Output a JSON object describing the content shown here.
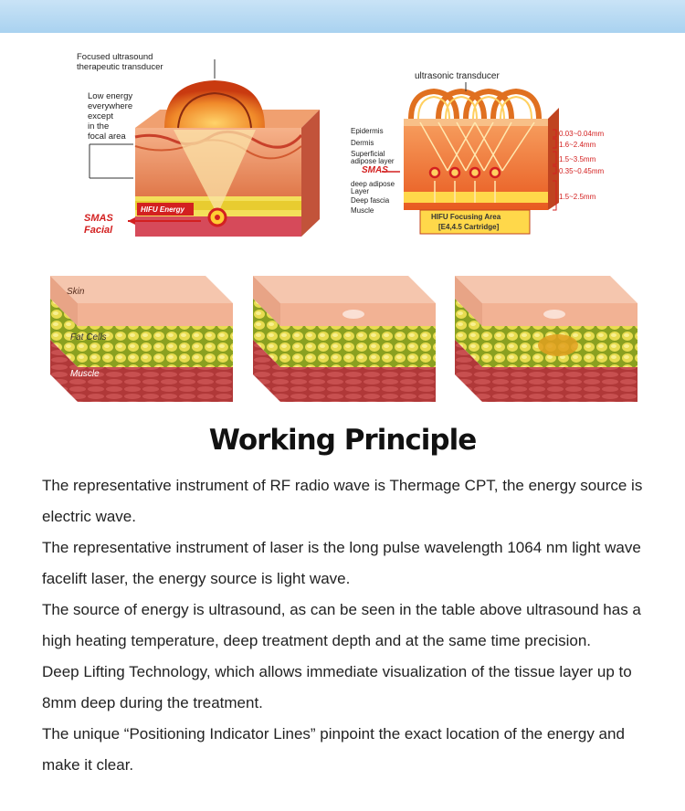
{
  "diagram_left": {
    "transducer_label_1": "Focused ultrasound",
    "transducer_label_2": "therapeutic transducer",
    "low_energy_1": "Low energy",
    "low_energy_2": "everywhere",
    "low_energy_3": "except",
    "low_energy_4": "in the",
    "low_energy_5": "focal area",
    "hifu_energy": "HIFU Energy",
    "smas_1": "SMAS",
    "smas_2": "Facial"
  },
  "diagram_right": {
    "transducer_label": "ultrasonic transducer",
    "layers": [
      "Epidermis",
      "Dermis",
      "Superficial",
      "adipose layer",
      "SMAS",
      "deep adipose",
      "Layer",
      "Deep fascia",
      "Muscle"
    ],
    "depths": [
      "0.03~0.04mm",
      "1.6~2.4mm",
      "1.5~3.5mm",
      "0.35~0.45mm",
      "1.5~2.5mm"
    ],
    "focus_1": "HIFU Focusing Area",
    "focus_2": "[E4,4.5 Cartridge]"
  },
  "tissue_panels": {
    "skin": "Skin",
    "fat": "Fat Cells",
    "muscle": "Muscle"
  },
  "heading": "Working Principle",
  "paragraphs": [
    "The representative instrument of RF radio wave is Thermage CPT, the energy source is electric wave.",
    "The representative instrument of laser is the long pulse wavelength 1064 nm light wave facelift laser, the energy source is light wave.",
    "The source of energy is ultrasound, as can be seen in the table above ultrasound has a high heating temperature, deep treatment depth and at the same time precision.",
    "Deep Lifting Technology, which allows immediate visualization of the tissue layer up to 8mm deep during the treatment.",
    "The unique “Positioning Indicator Lines” pinpoint the exact location of the energy and make it clear."
  ],
  "colors": {
    "top_band": "#b5d8f2",
    "skin": "#f2c6a8",
    "fat": "#e0d040",
    "muscle": "#b83a3a",
    "smas_red": "#d32020"
  }
}
